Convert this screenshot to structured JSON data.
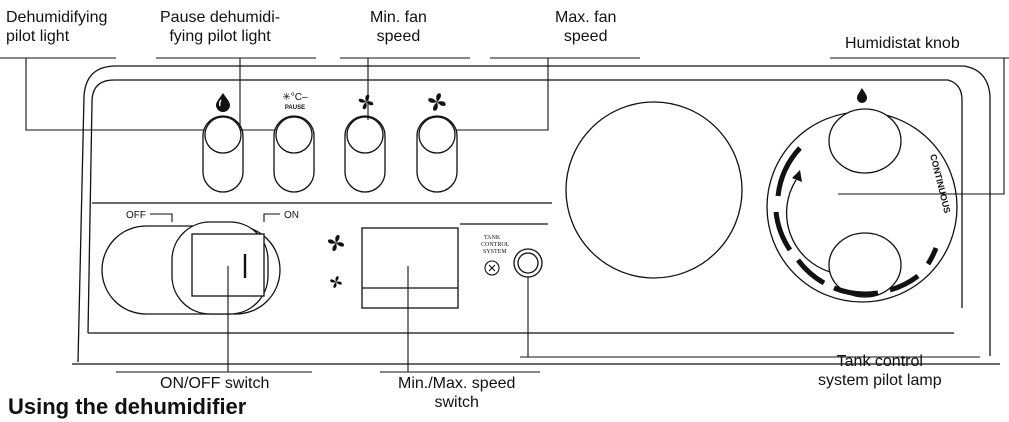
{
  "callouts": {
    "dehumidifying_pilot_light": [
      "Dehumidifying",
      "pilot light"
    ],
    "pause_pilot_light": [
      "Pause dehumidi-",
      "fying pilot light"
    ],
    "min_fan_speed": [
      "Min. fan",
      "speed"
    ],
    "max_fan_speed": [
      "Max. fan",
      "speed"
    ],
    "humidistat_knob": "Humidistat knob",
    "on_off_switch": "ON/OFF switch",
    "min_max_speed_switch": [
      "Min./Max. speed",
      "switch"
    ],
    "tank_control_lamp": [
      "Tank control",
      "system pilot lamp"
    ]
  },
  "panel_markings": {
    "off": "OFF",
    "on": "ON",
    "pause_symbol": "✳°C–",
    "pause_word": "PAUSE",
    "tank_control": [
      "TANK",
      "CONTROL",
      "SYSTEM"
    ],
    "continuous": "CONTINUOUS"
  },
  "section_heading": "Using the dehumidifier"
}
